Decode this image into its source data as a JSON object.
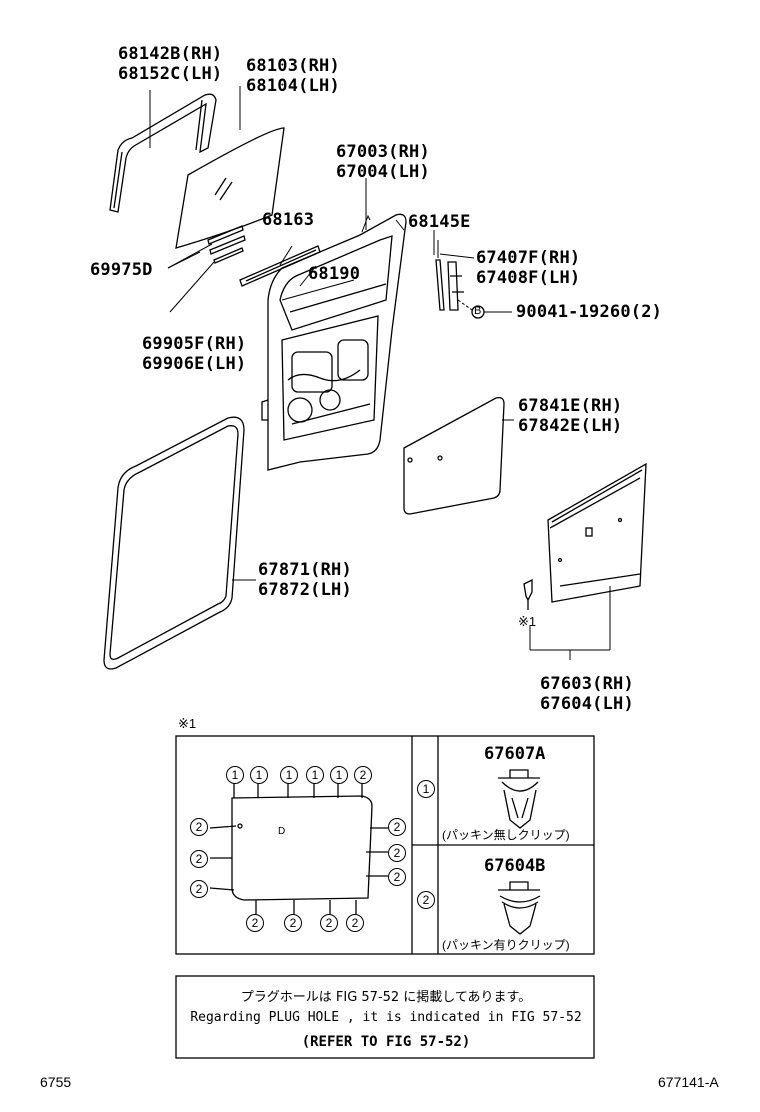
{
  "labels": {
    "p68142": [
      "68142B(RH)",
      "68152C(LH)"
    ],
    "p68103": [
      "68103(RH)",
      "68104(LH)"
    ],
    "p67003": [
      "67003(RH)",
      "67004(LH)"
    ],
    "p68163": "68163",
    "p68145": "68145E",
    "p69975": "69975D",
    "p68190": "68190",
    "p67407": [
      "67407F(RH)",
      "67408F(LH)"
    ],
    "p90041": "90041-19260(2)",
    "p69905": [
      "69905F(RH)",
      "69906E(LH)"
    ],
    "p67841": [
      "67841E(RH)",
      "67842E(LH)"
    ],
    "p67871": [
      "67871(RH)",
      "67872(LH)"
    ],
    "p67603": [
      "67603(RH)",
      "67604(LH)"
    ],
    "ref_mark": "※1",
    "bolt_mark": "B",
    "d_mark": "D"
  },
  "detail": {
    "ref_mark": "※1",
    "clip1_number": "1",
    "clip2_number": "2",
    "clip1_part": "67607A",
    "clip1_desc": "(パッキン無しクリップ)",
    "clip2_part": "67604B",
    "clip2_desc": "(パッキン有りクリップ)",
    "callouts_top": [
      "1",
      "1",
      "1",
      "1",
      "1",
      "2"
    ],
    "callouts_left": [
      "2",
      "2",
      "2"
    ],
    "callouts_right": [
      "2",
      "2",
      "2"
    ],
    "callouts_bottom": [
      "2",
      "2",
      "2",
      "2"
    ]
  },
  "note": {
    "line1": "プラグホールは FIG 57-52 に掲載してあります。",
    "line2": "Regarding PLUG HOLE , it is indicated in FIG 57-52",
    "line3": "(REFER TO FIG 57-52)"
  },
  "footer": {
    "left": "6755",
    "right": "677141-A"
  }
}
